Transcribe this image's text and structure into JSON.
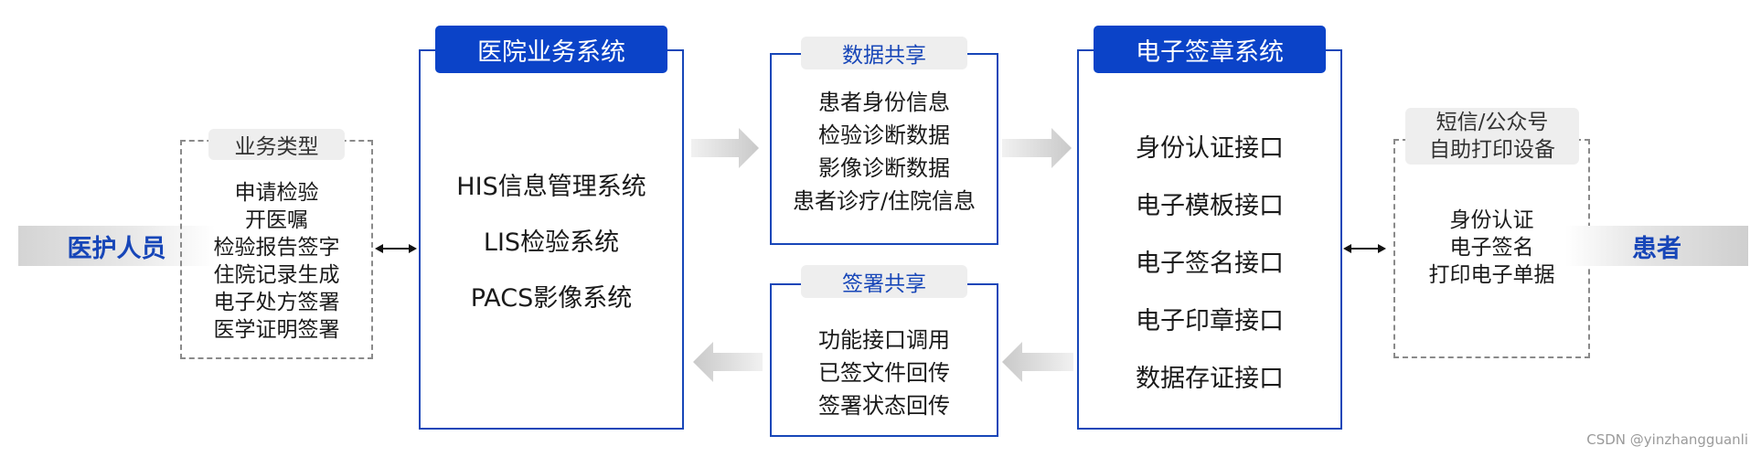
{
  "actors": {
    "medical_staff": "医护人员",
    "patient": "患者"
  },
  "business_types": {
    "title": "业务类型",
    "items": [
      "申请检验",
      "开医嘱",
      "检验报告签字",
      "住院记录生成",
      "电子处方签署",
      "医学证明签署"
    ]
  },
  "hospital_system": {
    "title": "医院业务系统",
    "items": [
      "HIS信息管理系统",
      "LIS检验系统",
      "PACS影像系统"
    ]
  },
  "data_sharing": {
    "title": "数据共享",
    "items": [
      "患者身份信息",
      "检验诊断数据",
      "影像诊断数据",
      "患者诊疗/住院信息"
    ]
  },
  "signature_sharing": {
    "title": "签署共享",
    "items": [
      "功能接口调用",
      "已签文件回传",
      "签署状态回传"
    ]
  },
  "esign_system": {
    "title": "电子签章系统",
    "items": [
      "身份认证接口",
      "电子模板接口",
      "电子签名接口",
      "电子印章接口",
      "数据存证接口"
    ]
  },
  "patient_channel": {
    "title_line1": "短信/公众号",
    "title_line2": "自助打印设备",
    "items": [
      "身份认证",
      "电子签名",
      "打印电子单据"
    ]
  },
  "watermark": "CSDN @yinzhangguanli",
  "colors": {
    "accent_blue": "#0b43c8",
    "border_blue": "#1746b8",
    "pill_gray": "#eeeeee",
    "dashed_gray": "#8a8a8a"
  }
}
